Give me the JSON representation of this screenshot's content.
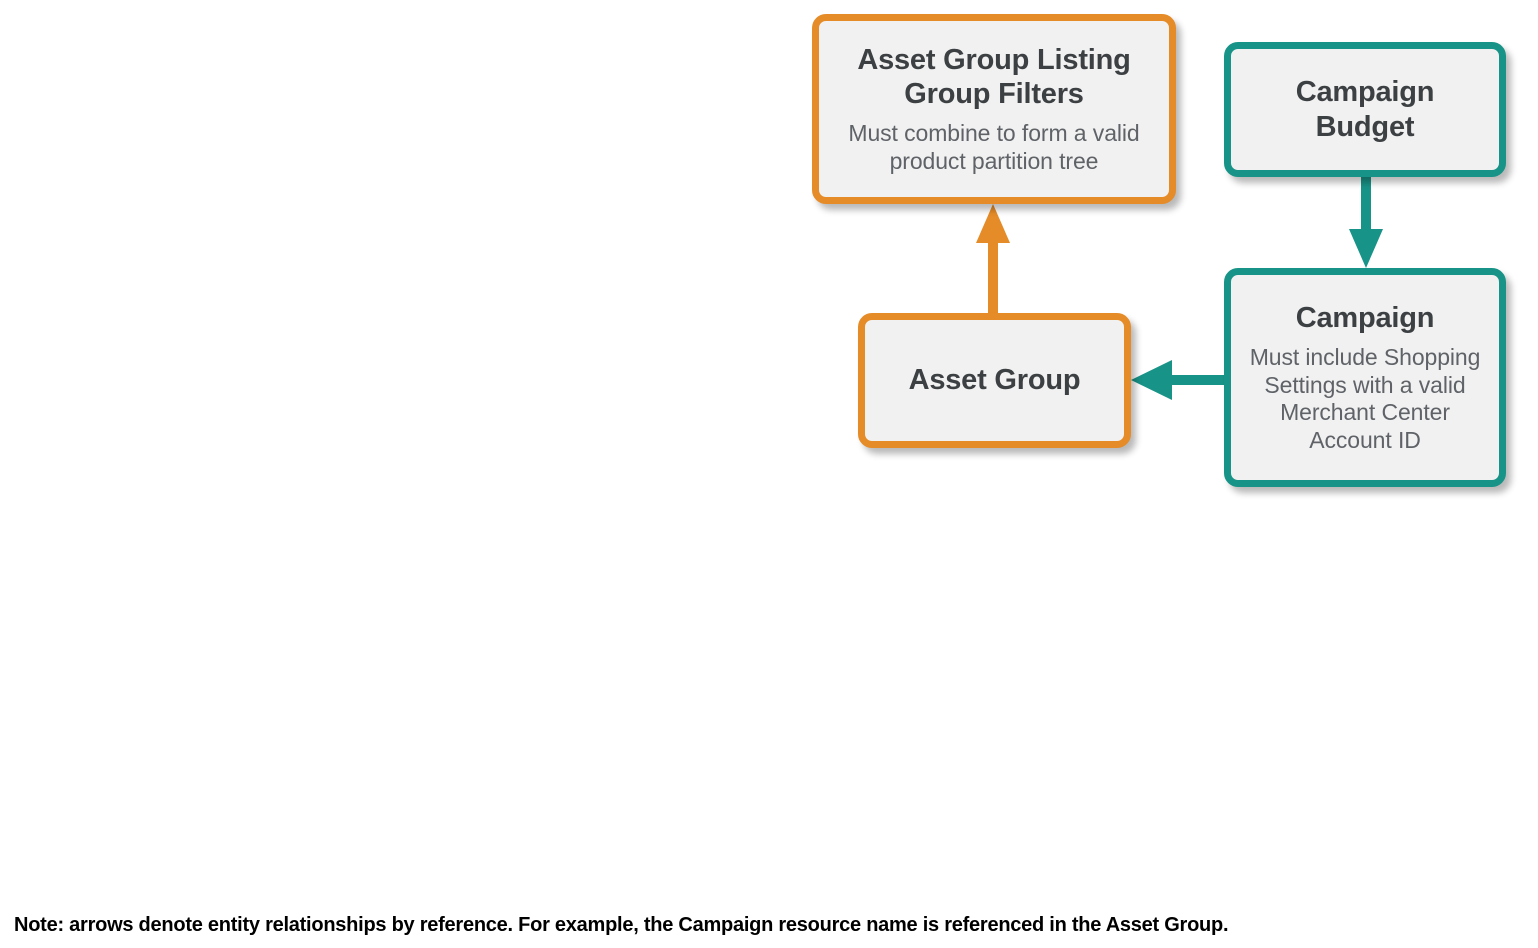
{
  "diagram": {
    "colors": {
      "orange": "#E58B27",
      "teal": "#189387",
      "node_fill": "#F1F1F1",
      "title_text": "#3C4043",
      "subtitle_text": "#5F6368",
      "background": "#FFFFFF",
      "note_text": "#000000"
    },
    "nodes": [
      {
        "id": "asset-group-listing-group-filters",
        "title": "Asset Group Listing Group Filters",
        "subtitle": "Must combine to form a valid product partition tree",
        "color": "orange"
      },
      {
        "id": "campaign-budget",
        "title": "Campaign Budget",
        "subtitle": "",
        "color": "teal"
      },
      {
        "id": "asset-group",
        "title": "Asset Group",
        "subtitle": "",
        "color": "orange"
      },
      {
        "id": "campaign",
        "title": "Campaign",
        "subtitle": "Must include Shopping Settings with a valid Merchant Center Account ID",
        "color": "teal"
      }
    ],
    "edges": [
      {
        "id": "asset-group-to-filters",
        "from": "asset-group",
        "to": "asset-group-listing-group-filters",
        "direction": "up",
        "color": "orange"
      },
      {
        "id": "campaign-budget-to-campaign",
        "from": "campaign-budget",
        "to": "campaign",
        "direction": "down",
        "color": "teal"
      },
      {
        "id": "campaign-to-asset-group",
        "from": "campaign",
        "to": "asset-group",
        "direction": "left",
        "color": "teal"
      }
    ],
    "note": "Note: arrows denote entity relationships by reference. For example, the Campaign resource name is referenced in the Asset Group."
  }
}
